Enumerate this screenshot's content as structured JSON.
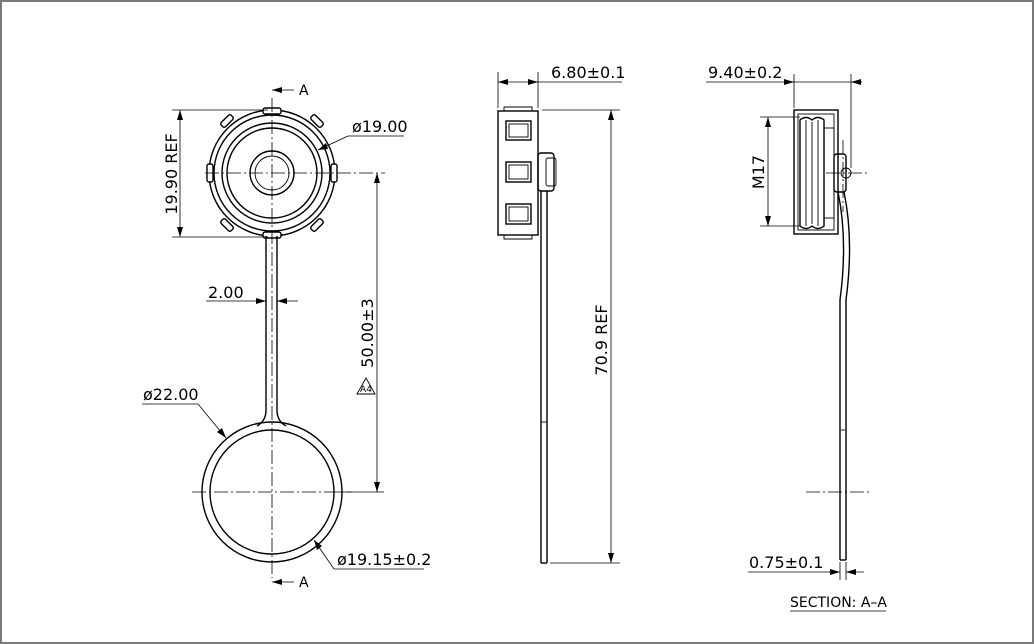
{
  "section_marker": "A",
  "dimensions": {
    "face_diameter": "ø19.00",
    "face_height": "19.90 REF",
    "strap_width": "2.00",
    "ring_center_distance": "50.00±3",
    "ring_outer_diameter": "ø22.00",
    "ring_inner_diameter": "ø19.15±0.2",
    "side_thickness": "6.80±0.1",
    "overall_length": "70.9 REF",
    "section_depth": "9.40±0.2",
    "thread": "M17",
    "strap_thickness": "0.75±0.1"
  },
  "note_tag": "A4",
  "section_caption": "SECTION: A–A"
}
